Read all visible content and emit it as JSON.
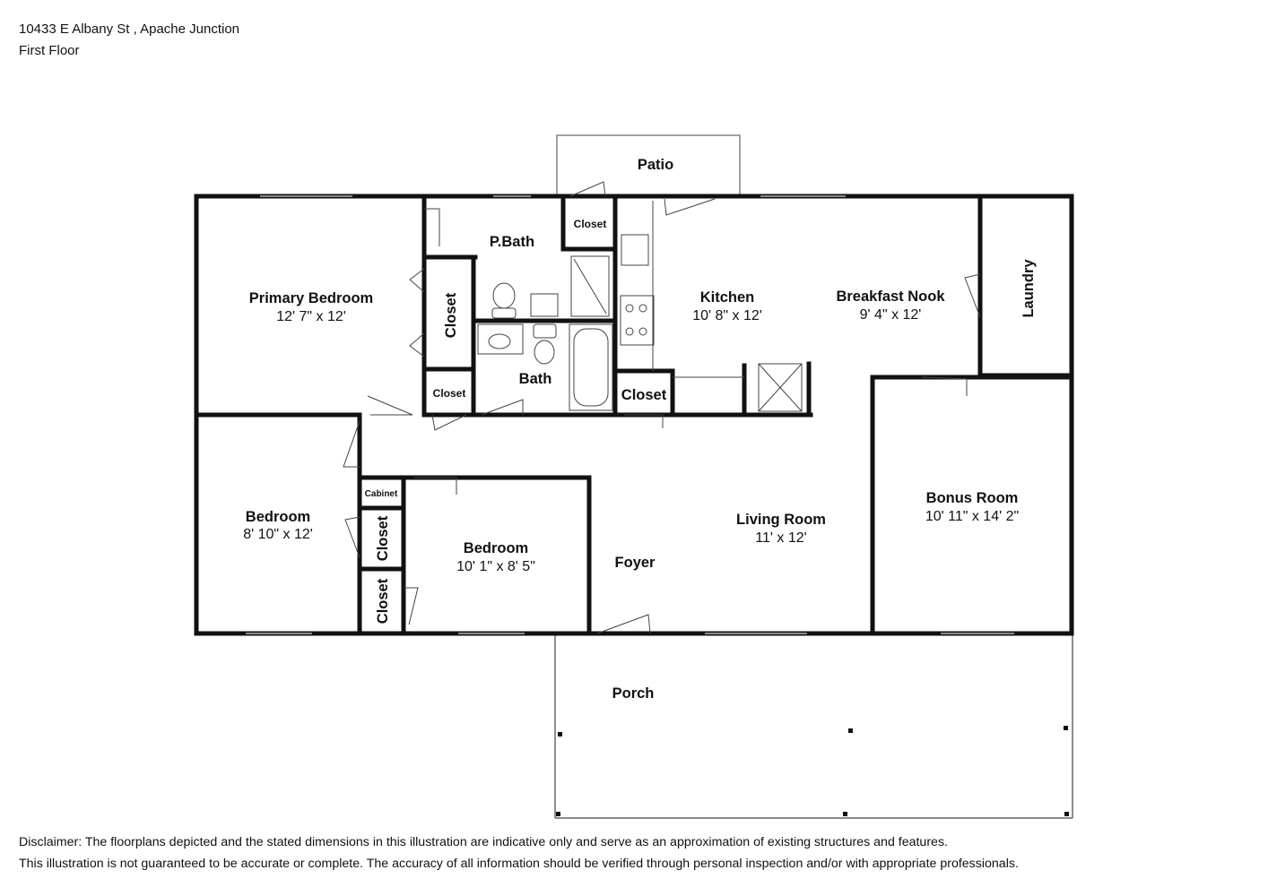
{
  "header": {
    "address": "10433 E Albany St , Apache Junction",
    "floor": "First Floor"
  },
  "rooms": {
    "patio": {
      "name": "Patio"
    },
    "pbath": {
      "name": "P.Bath"
    },
    "closet_top": {
      "name": "Closet"
    },
    "primary_bedroom": {
      "name": "Primary Bedroom",
      "dims": "12' 7\" x 12'"
    },
    "closet_primary": {
      "name": "Closet"
    },
    "closet_small_primary": {
      "name": "Closet"
    },
    "bath": {
      "name": "Bath"
    },
    "closet_kitchen": {
      "name": "Closet"
    },
    "kitchen": {
      "name": "Kitchen",
      "dims": "10' 8\" x 12'"
    },
    "breakfast_nook": {
      "name": "Breakfast Nook",
      "dims": "9' 4\" x 12'"
    },
    "laundry": {
      "name": "Laundry"
    },
    "bedroom_left": {
      "name": "Bedroom",
      "dims": "8' 10\" x 12'"
    },
    "cabinet": {
      "name": "Cabinet"
    },
    "closet_mid_a": {
      "name": "Closet"
    },
    "closet_mid_b": {
      "name": "Closet"
    },
    "bedroom_mid": {
      "name": "Bedroom",
      "dims": "10' 1\" x 8' 5\""
    },
    "foyer": {
      "name": "Foyer"
    },
    "living_room": {
      "name": "Living Room",
      "dims": "11' x 12'"
    },
    "bonus_room": {
      "name": "Bonus Room",
      "dims": "10' 11\" x 14' 2\""
    },
    "porch": {
      "name": "Porch"
    }
  },
  "disclaimer": {
    "line1": "Disclaimer: The floorplans depicted and the stated dimensions in this illustration are indicative only and serve as an approximation of existing structures and features.",
    "line2": "This illustration is not guaranteed to be accurate or complete. The accuracy of all information should be verified through personal inspection and/or with appropriate professionals."
  },
  "colors": {
    "wall": "#111111",
    "window": "#9a9a9a",
    "background": "#ffffff"
  }
}
